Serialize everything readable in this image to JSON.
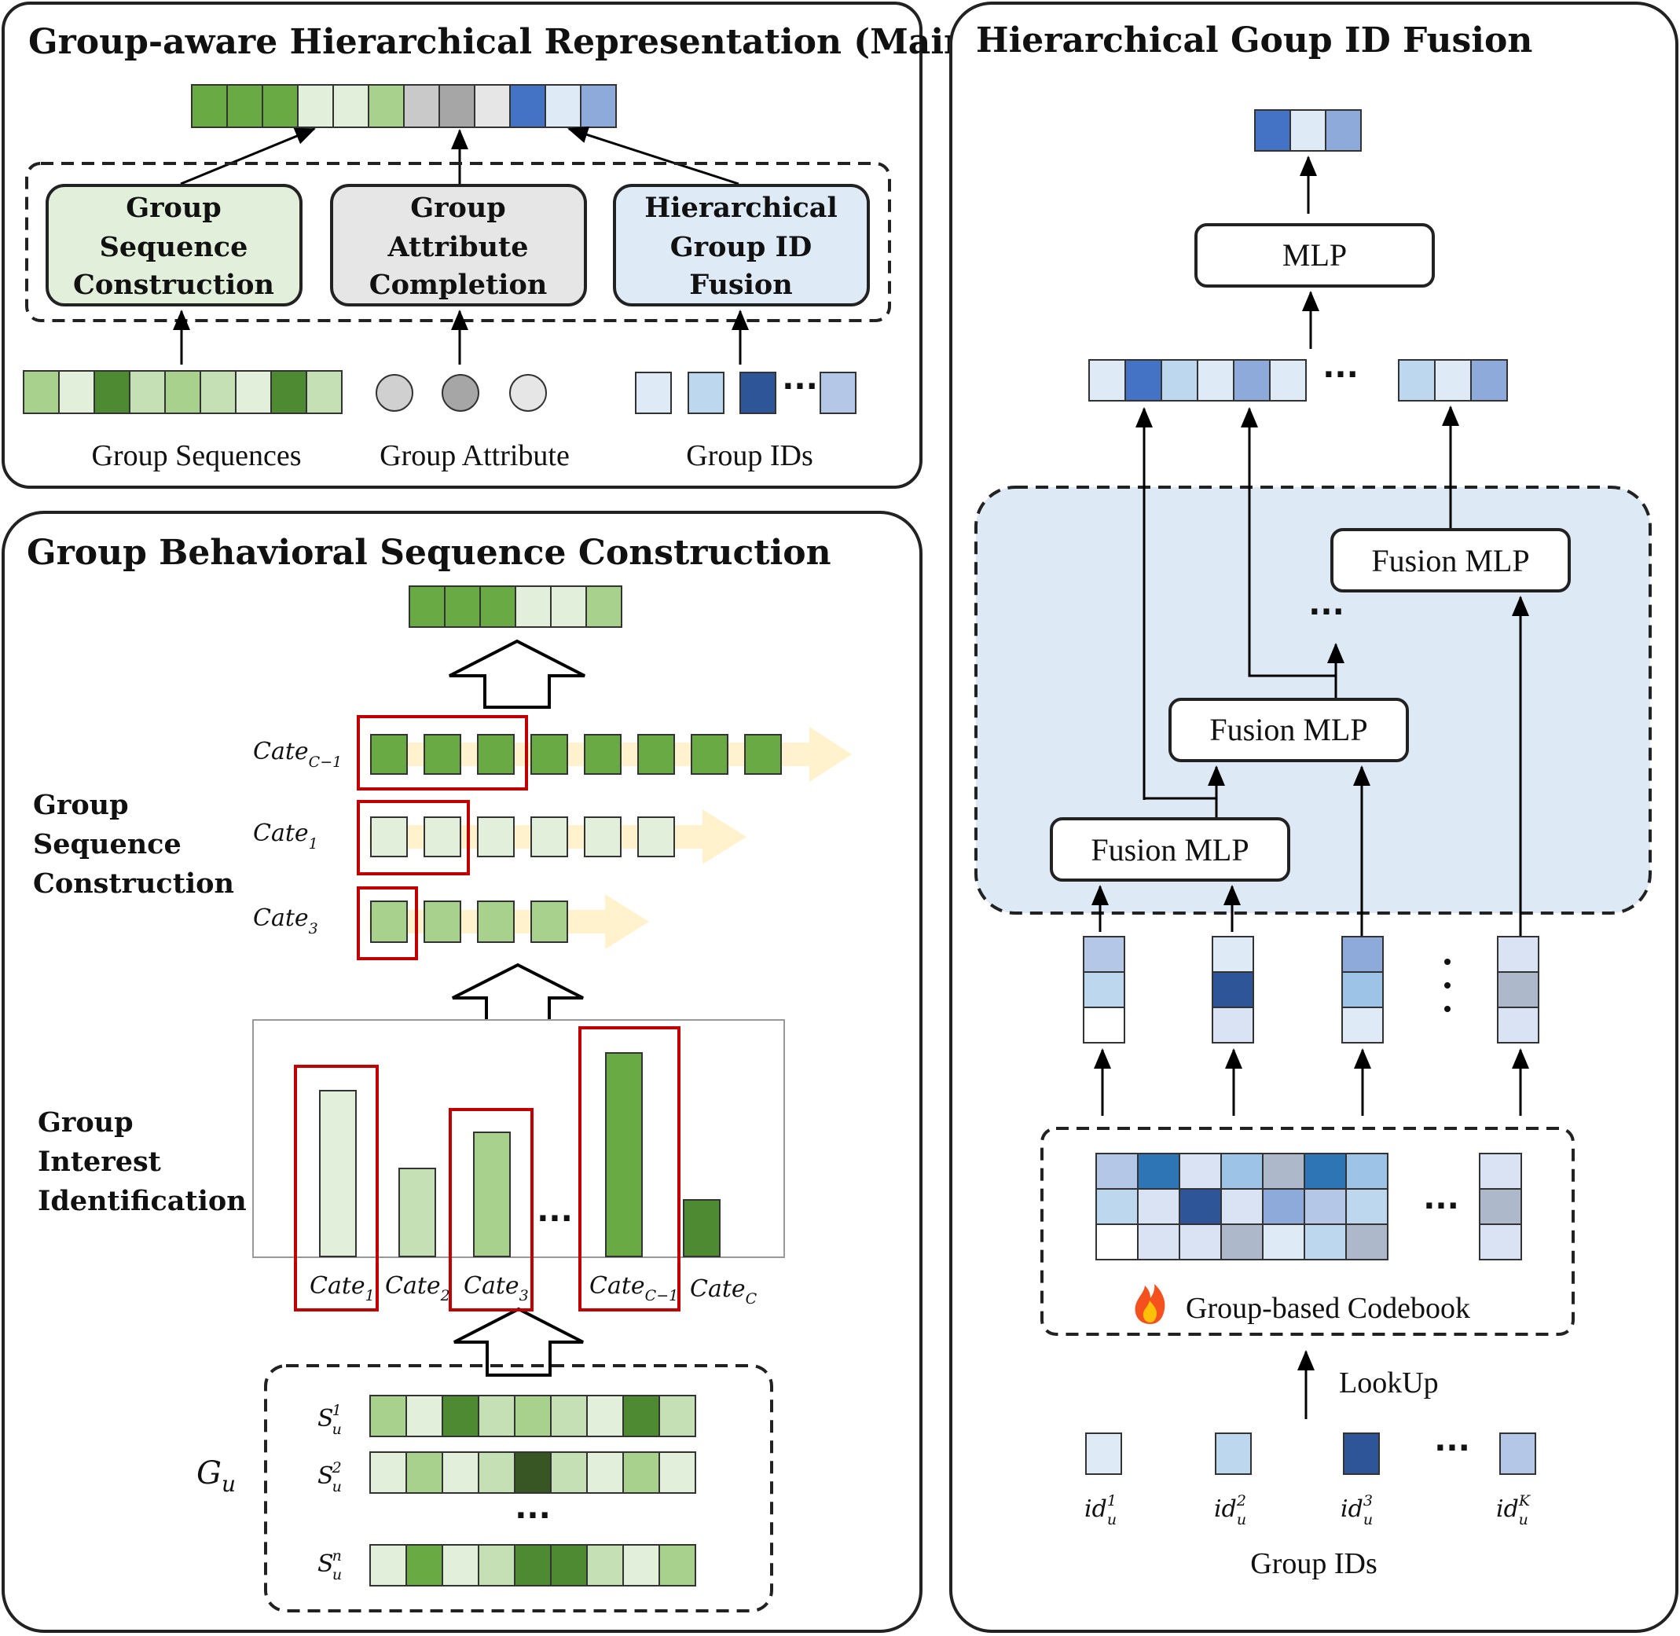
{
  "panels": {
    "main": {
      "title": "Group-aware Hierarchical Representation (Main)"
    },
    "fusion": {
      "title": "Hierarchical Goup ID Fusion"
    },
    "sequence": {
      "title": "Group Behavioral Sequence Construction"
    }
  },
  "modules": {
    "seq": {
      "line1": "Group",
      "line2": "Sequence",
      "line3": "Construction"
    },
    "attr": {
      "line1": "Group",
      "line2": "Attribute",
      "line3": "Completion"
    },
    "fuse": {
      "line1": "Hierarchical",
      "line2": "Group ID",
      "line3": "Fusion"
    }
  },
  "inputs": {
    "sequences": "Group Sequences",
    "attribute": "Group Attribute",
    "ids": "Group IDs"
  },
  "stages": {
    "seq_construction": {
      "line1": "Group",
      "line2": "Sequence",
      "line3": "Construction"
    },
    "interest": {
      "line1": "Group",
      "line2": "Interest",
      "line3": "Identification"
    }
  },
  "categories": {
    "cate": "Cate",
    "sub_c_minus_1": "C−1",
    "sub_1": "1",
    "sub_2": "2",
    "sub_3": "3",
    "sub_c": "C"
  },
  "sequences": {
    "group_symbol": "G",
    "group_sub": "u",
    "s": "S",
    "sub": "u",
    "sup1": "1",
    "sup2": "2",
    "supn": "n"
  },
  "fusion": {
    "mlp": "MLP",
    "fusion_mlp": "Fusion MLP",
    "codebook": "Group-based Codebook",
    "lookup": "LookUp",
    "group_ids": "Group IDs",
    "id": "id",
    "id_sub": "u",
    "sup1": "1",
    "sup2": "2",
    "sup3": "3",
    "supK": "K",
    "fire_icon": "fire-icon"
  },
  "ellipsis": "···",
  "colors": {
    "green_dark": "#4e8a32",
    "green_mid": "#6aaa45",
    "green_light": "#a9d18e",
    "green_pale": "#e2efda",
    "blue_dark": "#2e5597",
    "blue_mid": "#4472c4",
    "blue_light": "#9dc3e6",
    "blue_pale": "#deebf7",
    "gray": "#a6a6a6",
    "highlight_red": "#c00000",
    "arrow_yellow": "#fff2cc",
    "fusion_bg": "#dde9f5"
  }
}
